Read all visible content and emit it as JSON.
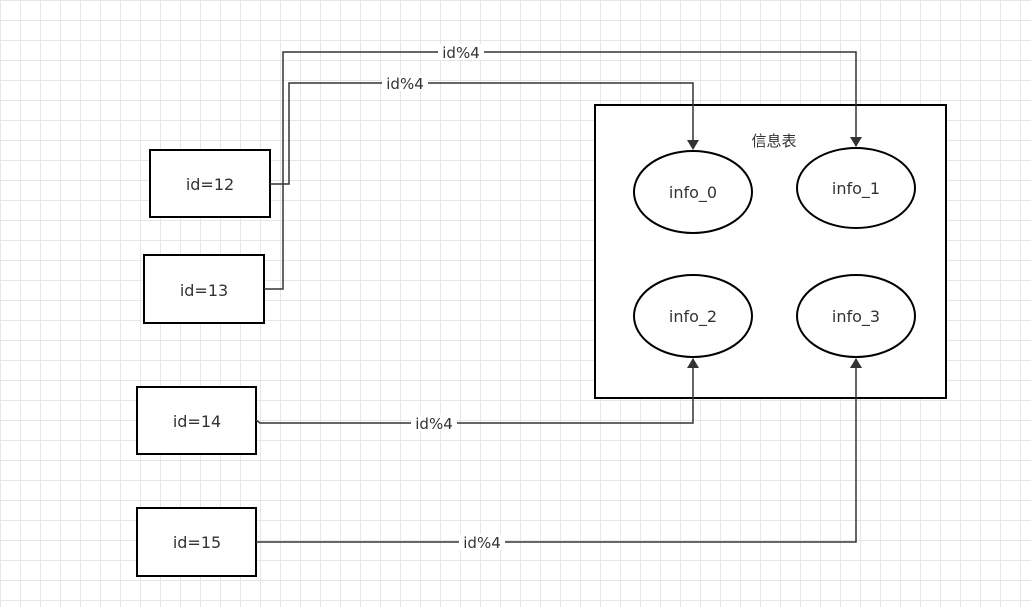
{
  "table": {
    "title": "信息表"
  },
  "partitions": [
    {
      "label": "info_0"
    },
    {
      "label": "info_1"
    },
    {
      "label": "info_2"
    },
    {
      "label": "info_3"
    }
  ],
  "records": [
    {
      "label": "id=12"
    },
    {
      "label": "id=13"
    },
    {
      "label": "id=14"
    },
    {
      "label": "id=15"
    }
  ],
  "edges": [
    {
      "label": "id%4"
    },
    {
      "label": "id%4"
    },
    {
      "label": "id%4"
    },
    {
      "label": "id%4"
    }
  ],
  "colors": {
    "stroke": "#000000",
    "edge": "#333333",
    "grid": "#e6e6e6"
  }
}
